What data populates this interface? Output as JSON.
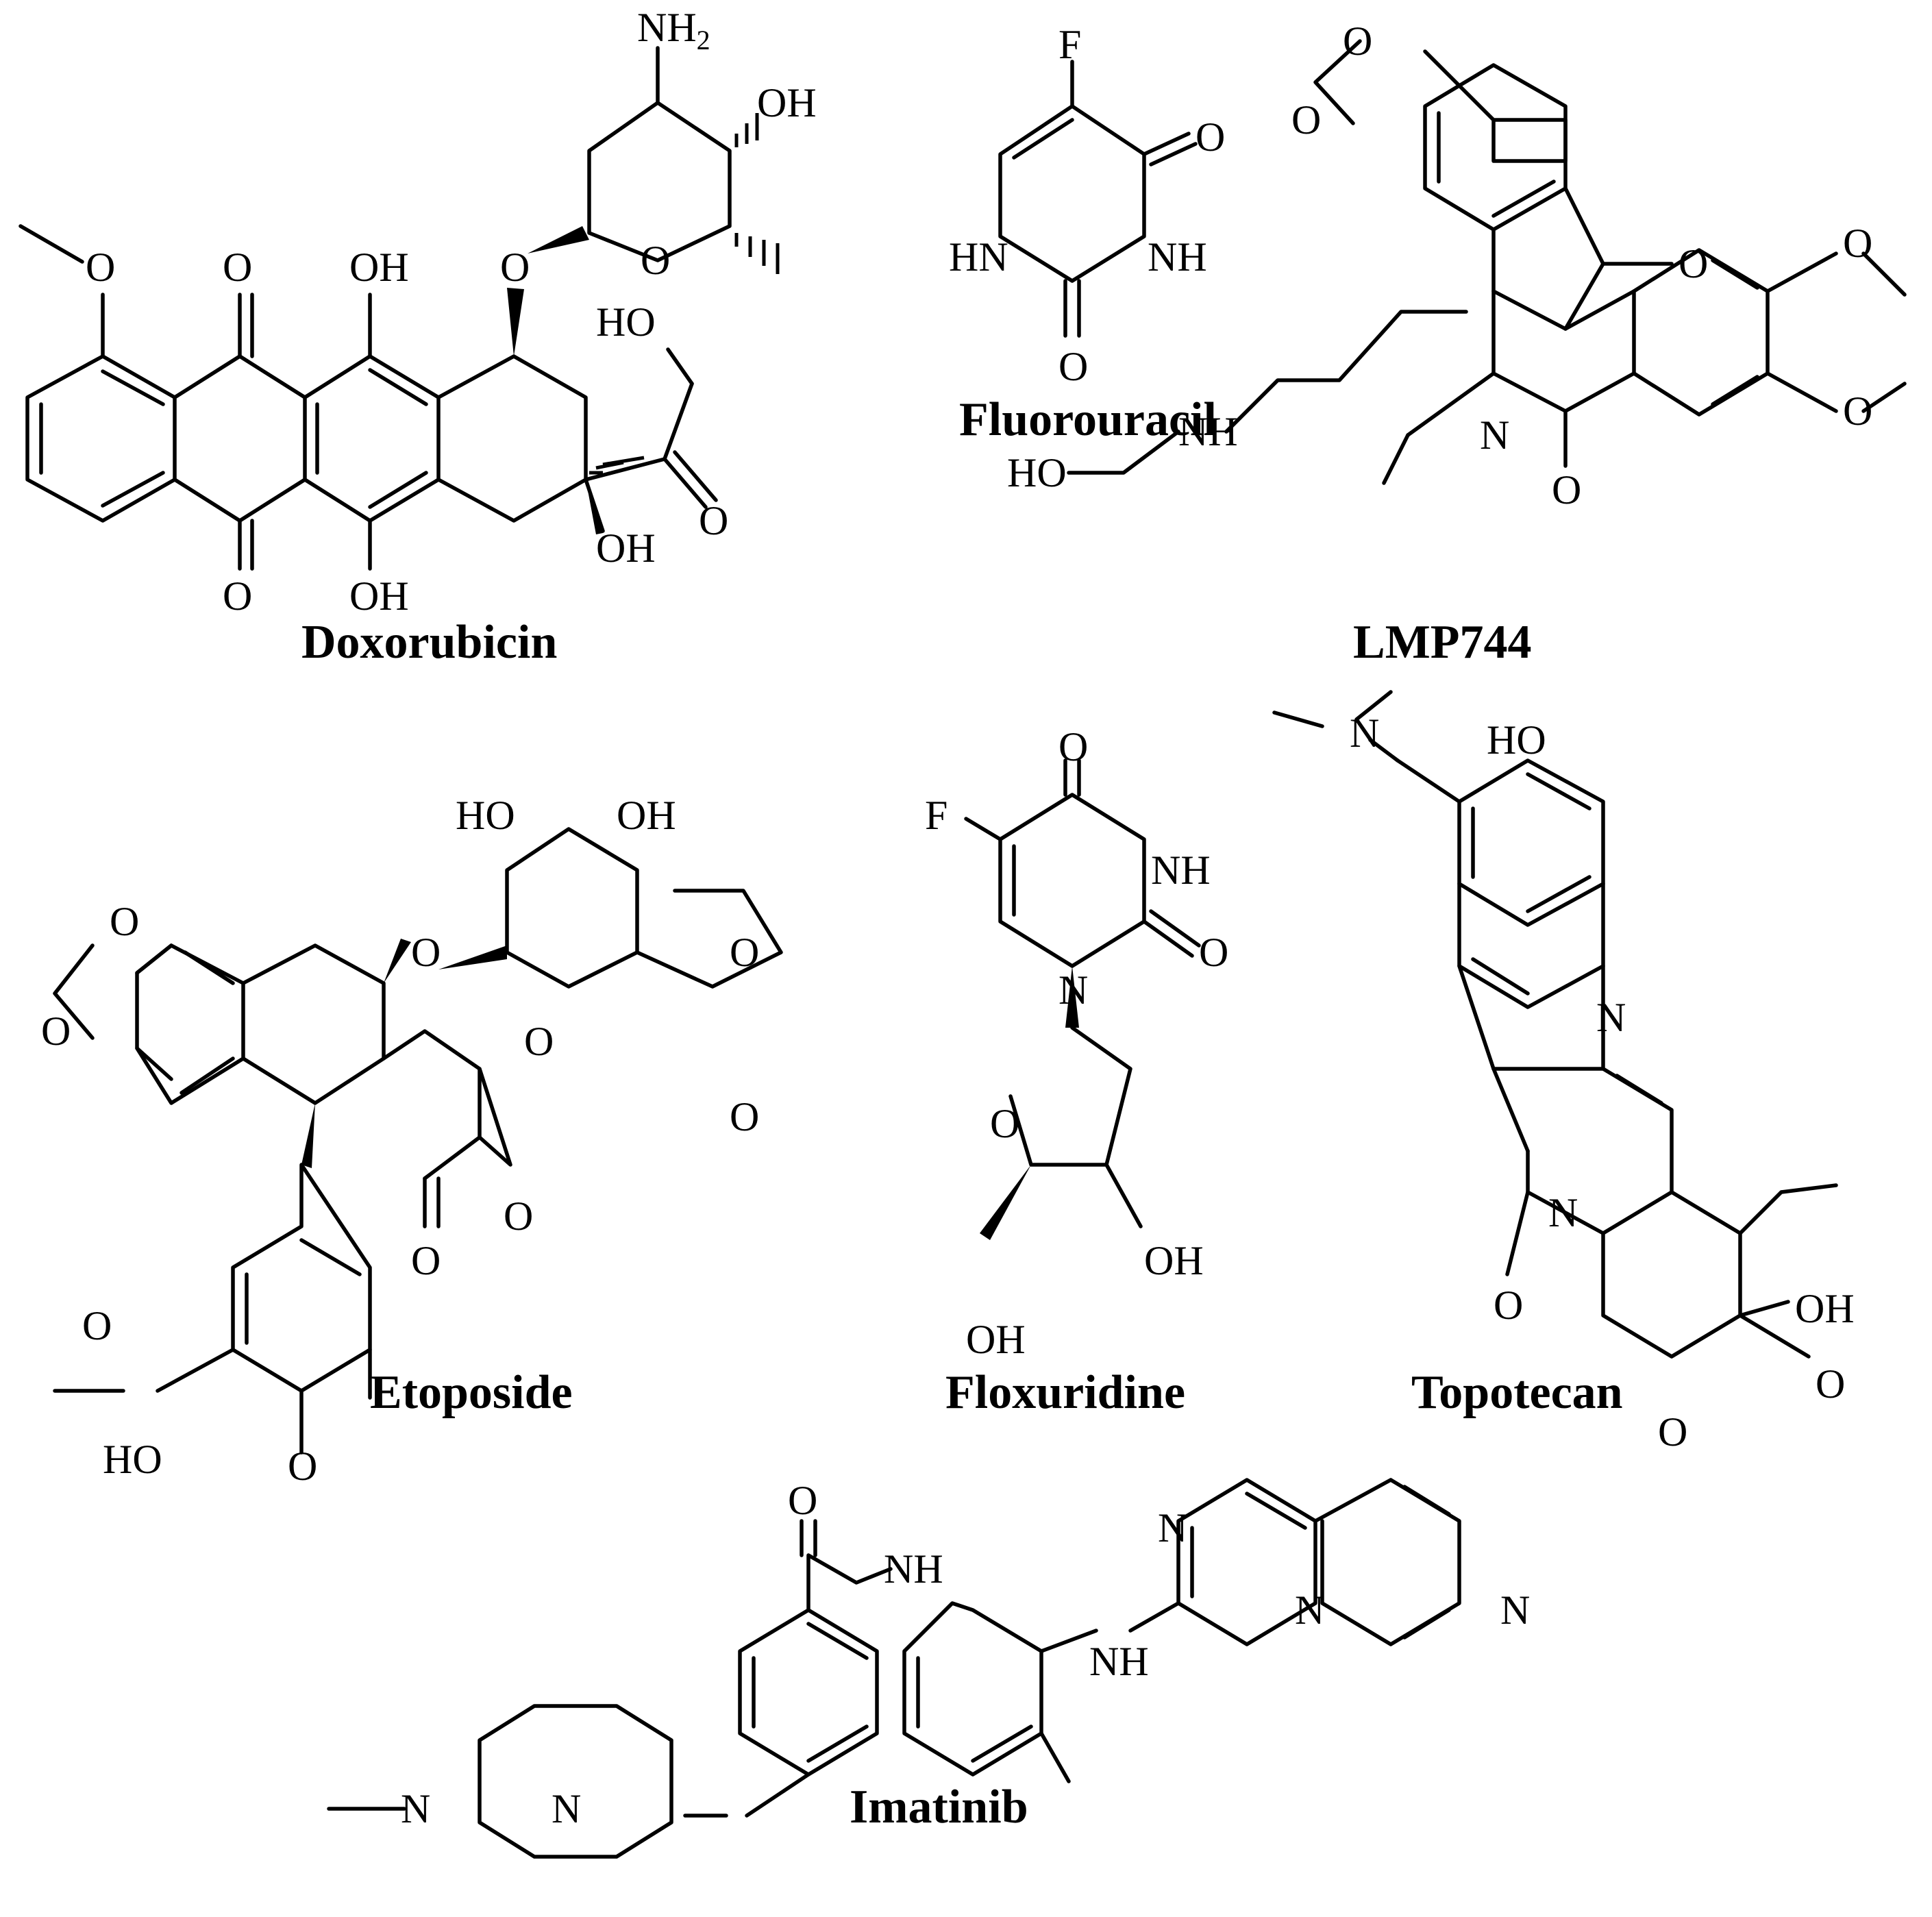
{
  "molecules": {
    "doxorubicin": {
      "name": "Doxorubicin",
      "labels": {
        "o_methoxy": "O",
        "o_q1": "O",
        "o_q2": "O",
        "oh_top": "OH",
        "oh_bot": "OH",
        "o_glyc": "O",
        "o_ring": "O",
        "nh": "NH",
        "nh_sub": "2",
        "oh_sugar": "OH",
        "ho_ch2": "HO",
        "o_ketone": "O",
        "oh_c9": "OH"
      }
    },
    "fluorouracil": {
      "name": "Fluorouracil",
      "labels": {
        "f": "F",
        "o_c4": "O",
        "hn": "HN",
        "nh": "NH",
        "o_c2": "O"
      }
    },
    "lmp744": {
      "name": "LMP744",
      "labels": {
        "o_diox1": "O",
        "o_diox2": "O",
        "o_ketone": "O",
        "n": "N",
        "o_lactam": "O",
        "o_me1": "O",
        "o_me2": "O",
        "nh": "NH",
        "ho": "HO"
      }
    },
    "etoposide": {
      "name": "Etoposide",
      "labels": {
        "ho_sugar": "HO",
        "oh_sugar": "OH",
        "o_glyc": "O",
        "o_ring": "O",
        "o_acetal1": "O",
        "o_acetal2": "O",
        "o_diox1": "O",
        "o_diox2": "O",
        "o_lact": "O",
        "o_co": "O",
        "o_me1": "O",
        "o_me2": "O",
        "ho_ar": "HO"
      }
    },
    "floxuridine": {
      "name": "Floxuridine",
      "labels": {
        "o_c4": "O",
        "f": "F",
        "nh": "NH",
        "n1": "N",
        "o_c2": "O",
        "o_ring": "O",
        "oh_3": "OH",
        "oh_5": "OH"
      }
    },
    "topotecan": {
      "name": "Topotecan",
      "labels": {
        "ho": "HO",
        "n_me2": "N",
        "n_quin": "N",
        "n_ring": "N",
        "o_lactam": "O",
        "oh": "OH",
        "o_ester": "O",
        "o_co": "O"
      }
    },
    "imatinib": {
      "name": "Imatinib",
      "labels": {
        "o_amide": "O",
        "nh_amide": "NH",
        "n_pyr1": "N",
        "n_pyr2": "N",
        "n_pyrid": "N",
        "nh_link": "NH",
        "n_pip1": "N",
        "n_pip2": "N"
      }
    }
  }
}
